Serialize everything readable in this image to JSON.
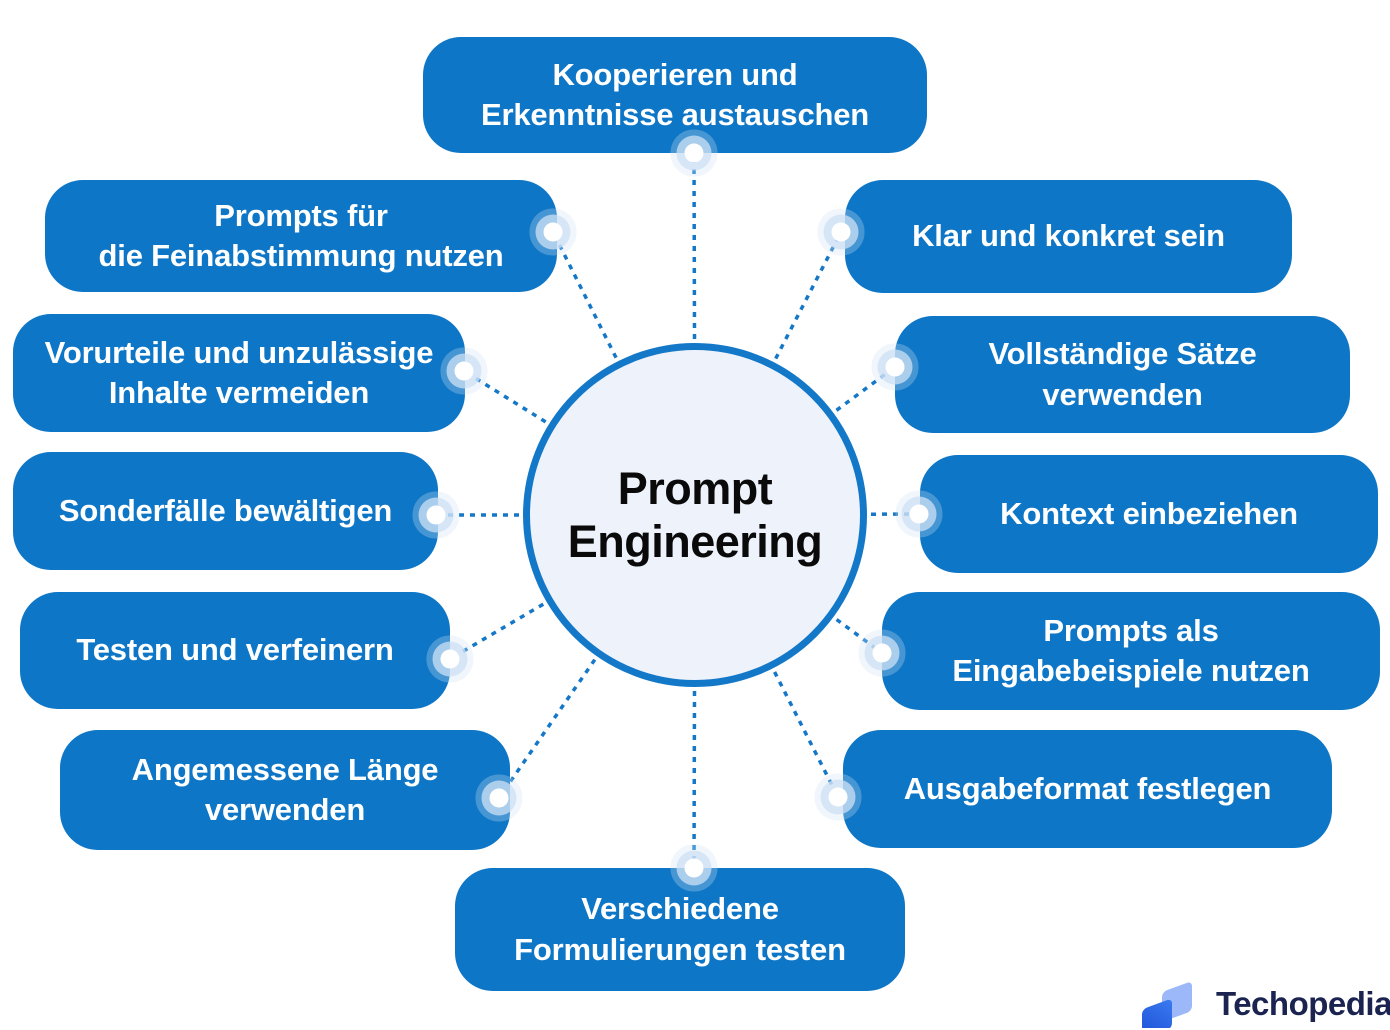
{
  "center": {
    "label": "Prompt\nEngineering"
  },
  "nodes": [
    {
      "id": "kooperieren",
      "label": "Kooperieren und\nErkenntnisse austauschen"
    },
    {
      "id": "prompts-fuer",
      "label": "Prompts für\ndie Feinabstimmung nutzen"
    },
    {
      "id": "klar",
      "label": "Klar und konkret sein"
    },
    {
      "id": "vorurteile",
      "label": "Vorurteile und unzulässige\nInhalte vermeiden"
    },
    {
      "id": "vollstaendige",
      "label": "Vollständige Sätze\nverwenden"
    },
    {
      "id": "sonderfaelle",
      "label": "Sonderfälle bewältigen"
    },
    {
      "id": "kontext",
      "label": "Kontext einbeziehen"
    },
    {
      "id": "testen",
      "label": "Testen und verfeinern"
    },
    {
      "id": "prompts-als",
      "label": "Prompts als\nEingabebeispiele nutzen"
    },
    {
      "id": "angemessene",
      "label": "Angemessene Länge\nverwenden"
    },
    {
      "id": "ausgabeformat",
      "label": "Ausgabeformat festlegen"
    },
    {
      "id": "verschiedene",
      "label": "Verschiedene\nFormulierungen testen"
    }
  ],
  "logo": {
    "brand": "Techopedia"
  },
  "colors": {
    "pill_blue": "#0e76c6",
    "pill_text": "#ffffff",
    "connector_blue": "#1577c8",
    "circle_fill": "#eef2fb",
    "circle_border": "#1478c9",
    "center_text": "#0a0a0a",
    "logo_dark_blue": "#2257e2",
    "logo_light_blue": "#9cb8f8",
    "logo_text_navy": "#1b2450"
  }
}
